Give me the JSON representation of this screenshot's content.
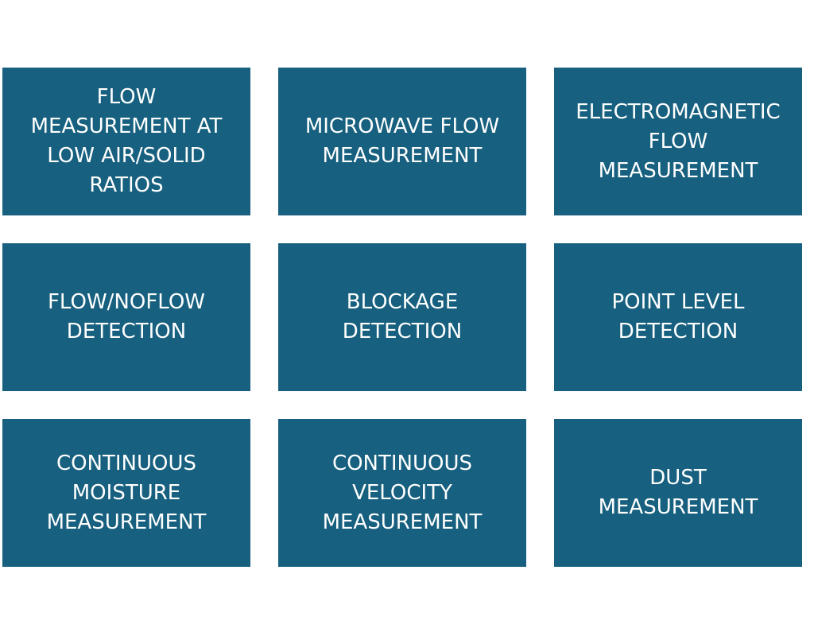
{
  "tile_color": "#17607f",
  "text_color": "#ffffff",
  "tiles": [
    {
      "label": "FLOW\nMEASUREMENT AT\nLOW AIR/SOLID\nRATIOS"
    },
    {
      "label": "MICROWAVE FLOW\nMEASUREMENT"
    },
    {
      "label": "ELECTROMAGNETIC\nFLOW\nMEASUREMENT"
    },
    {
      "label": "FLOW/NOFLOW\nDETECTION"
    },
    {
      "label": "BLOCKAGE\nDETECTION"
    },
    {
      "label": "POINT LEVEL\nDETECTION"
    },
    {
      "label": "CONTINUOUS\nMOISTURE\nMEASUREMENT"
    },
    {
      "label": "CONTINUOUS\nVELOCITY\nMEASUREMENT"
    },
    {
      "label": "DUST\nMEASUREMENT"
    }
  ]
}
